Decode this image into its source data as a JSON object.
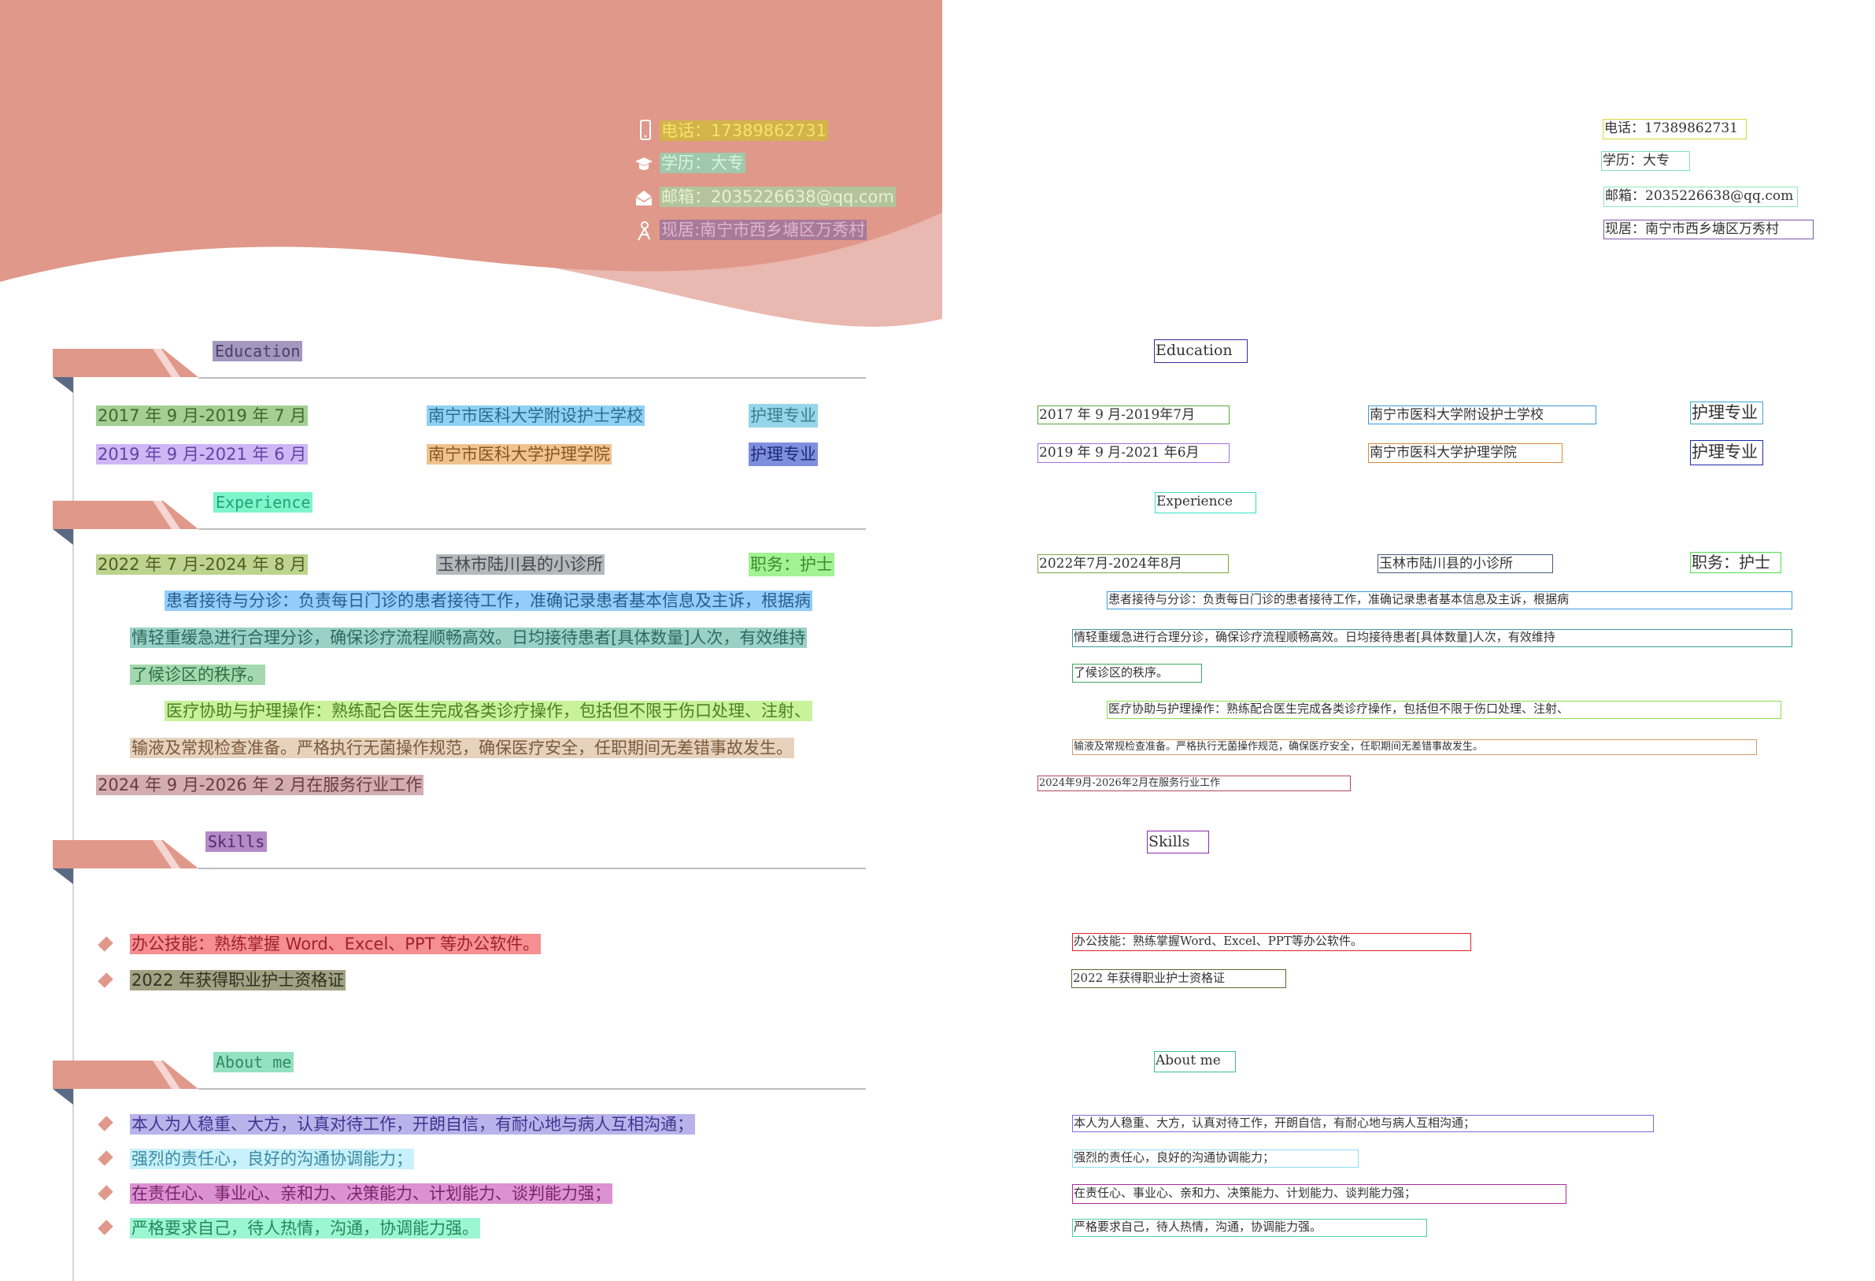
{
  "colors": {
    "header_pink": "#e0988a",
    "wave_light": "#e9b8b0",
    "accent_dark": "#5a6a85"
  },
  "contact": {
    "phone": "电话：17389862731",
    "education": "学历：大专",
    "email": "邮箱：2035226638@qq.com",
    "address": "现居:南宁市西乡塘区万秀村"
  },
  "sections": {
    "education": {
      "title": "Education",
      "rows": [
        {
          "dates": "2017 年 9 月-2019 年 7 月",
          "school": "南宁市医科大学附设护士学校",
          "major": "护理专业"
        },
        {
          "dates": "2019 年 9 月-2021 年 6 月",
          "school": "南宁市医科大学护理学院",
          "major": "护理专业"
        }
      ]
    },
    "experience": {
      "title": "Experience",
      "job": {
        "dates": "2022 年 7 月-2024 年 8 月",
        "place": "玉林市陆川县的小诊所",
        "role": "职务：护士"
      },
      "lines": [
        "患者接待与分诊：负责每日门诊的患者接待工作，准确记录患者基本信息及主诉，根据病",
        "情轻重缓急进行合理分诊，确保诊疗流程顺畅高效。日均接待患者[具体数量]人次，有效维持",
        "了候诊区的秩序。",
        "医疗协助与护理操作：熟练配合医生完成各类诊疗操作，包括但不限于伤口处理、注射、",
        "输液及常规检查准备。严格执行无菌操作规范，确保医疗安全，任职期间无差错事故发生。",
        "2024 年 9 月-2026 年 2 月在服务行业工作"
      ]
    },
    "skills": {
      "title": "Skills",
      "items": [
        "办公技能：熟练掌握 Word、Excel、PPT 等办公软件。",
        "2022 年获得职业护士资格证"
      ]
    },
    "about": {
      "title": "About me",
      "items": [
        "本人为人稳重、大方，认真对待工作，开朗自信，有耐心地与病人互相沟通；",
        "强烈的责任心，良好的沟通协调能力；",
        "在责任心、事业心、亲和力、决策能力、计划能力、谈判能力强；",
        "严格要求自己，待人热情，沟通，协调能力强。"
      ]
    }
  },
  "ocr": {
    "phone": "电话：17389862731",
    "education": "学历：大专",
    "email": "邮箱：2035226638@qq.com",
    "address": "现居：南宁市西乡塘区万秀村",
    "edu_title": "Education",
    "edu_r1_date": "2017 年 9 月-2019年7月",
    "edu_r1_school": "南宁市医科大学附设护士学校",
    "edu_r1_major": "护理专业",
    "edu_r2_date": "2019 年 9 月-2021 年6月",
    "edu_r2_school": "南宁市医科大学护理学院",
    "edu_r2_major": "护理专业",
    "exp_title": "Experience",
    "exp_date": "2022年7月-2024年8月",
    "exp_place": "玉林市陆川县的小诊所",
    "exp_role": "职务：护士",
    "p1": "患者接待与分诊：负责每日门诊的患者接待工作，准确记录患者基本信息及主诉，根据病",
    "p2": "情轻重缓急进行合理分诊，确保诊疗流程顺畅高效。日均接待患者[具体数量]人次，有效维持",
    "p3": "了候诊区的秩序。",
    "p4": "医疗协助与护理操作：熟练配合医生完成各类诊疗操作，包括但不限于伤口处理、注射、",
    "p5": "输液及常规检查准备。严格执行无菌操作规范，确保医疗安全，任职期间无差错事故发生。",
    "p6": "2024年9月-2026年2月在服务行业工作",
    "skills_title": "Skills",
    "s1": "办公技能：熟练掌握Word、Excel、PPT等办公软件。",
    "s2": "2022 年获得职业护士资格证",
    "about_title": "About me",
    "a1": "本人为人稳重、大方，认真对待工作，开朗自信，有耐心地与病人互相沟通；",
    "a2": "强烈的责任心，良好的沟通协调能力；",
    "a3": "在责任心、事业心、亲和力、决策能力、计划能力、谈判能力强；",
    "a4": "严格要求自己，待人热情，沟通，协调能力强。"
  }
}
